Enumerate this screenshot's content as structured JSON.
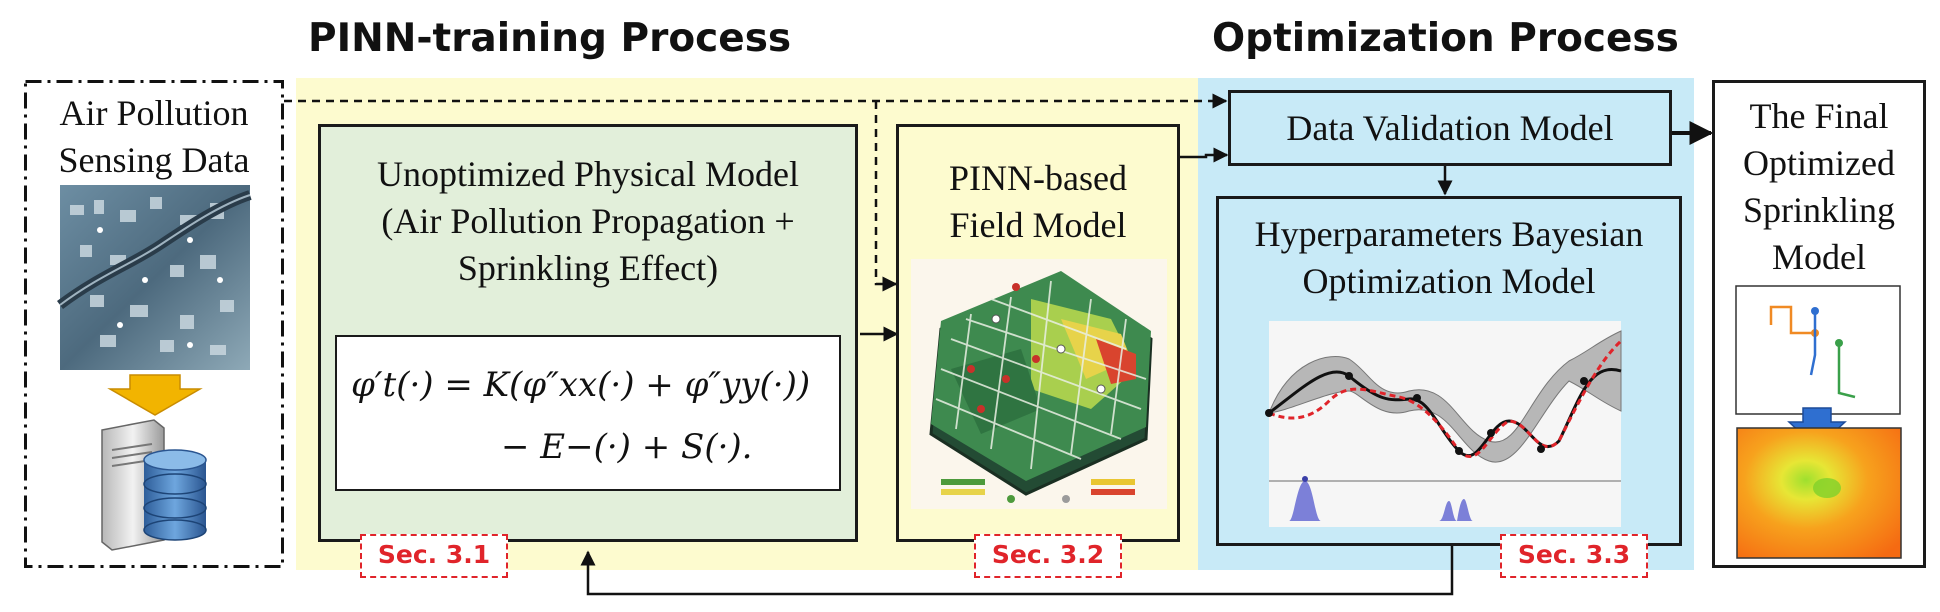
{
  "headings": {
    "training": "PINN-training Process",
    "optimization": "Optimization Process"
  },
  "boxes": {
    "sensing_data": "Air Pollution Sensing Data",
    "physical_model": {
      "line1": "Unoptimized Physical Model",
      "line2": "(Air Pollution Propagation  +",
      "line3": "Sprinkling Effect)"
    },
    "field_model": {
      "line1": "PINN-based",
      "line2": "Field Model"
    },
    "validation_model": "Data Validation Model",
    "bayesian_model": {
      "line1": "Hyperparameters Bayesian",
      "line2": "Optimization Model"
    },
    "final_model": {
      "line1": "The Final",
      "line2": "Optimized",
      "line3": "Sprinkling",
      "line4": "Model"
    }
  },
  "section_tags": {
    "s31": "Sec. 3.1",
    "s32": "Sec. 3.2",
    "s33": "Sec. 3.3"
  },
  "equation": {
    "lhs": "φ′t(·) = K(φ″xx(·) + φ″yy(·))",
    "rhs": "− E−(·) + S(·)."
  },
  "colors": {
    "training_bg": "#fdfbcf",
    "optimization_bg": "#c8eaf7",
    "physical_model_bg": "#e2efda",
    "tag_red": "#e0242a",
    "arrow_blue": "#2f6fd0",
    "arrow_orange": "#f2b400"
  },
  "icons": {
    "city": "city-aerial-icon",
    "server": "server-database-icon",
    "map": "city-pollution-map-icon",
    "bayes": "bayesian-gp-plot-icon",
    "trajectory": "sprinkler-trajectory-icon",
    "heatmap": "pollution-heatmap-icon"
  }
}
